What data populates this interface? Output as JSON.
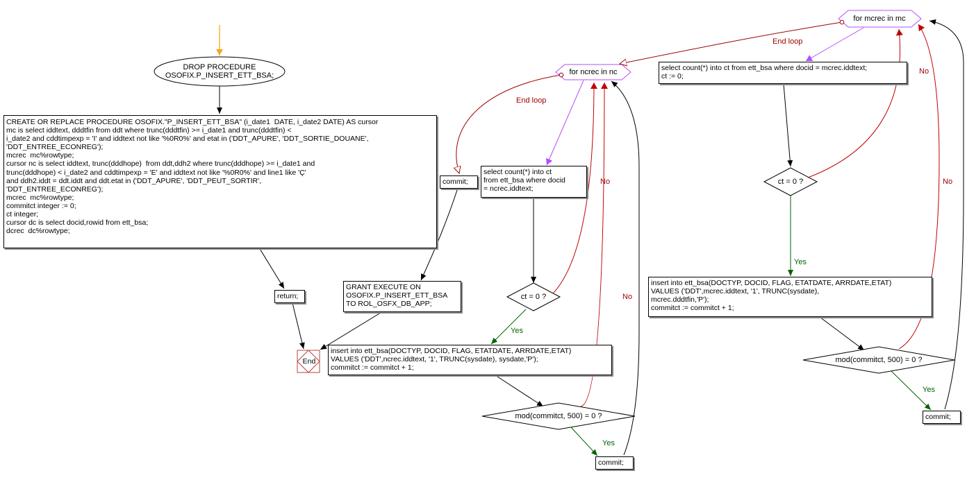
{
  "nodes": {
    "drop_procedure": "DROP PROCEDURE\nOSOFIX.P_INSERT_ETT_BSA;",
    "create_procedure": "CREATE OR REPLACE PROCEDURE OSOFIX.\"P_INSERT_ETT_BSA\" (i_date1  DATE, i_date2 DATE) AS cursor\nmc is select iddtext, dddtfin from ddt where trunc(dddtfin) >= i_date1 and trunc(dddtfin) <\ni_date2 and cddtimpexp = 'I' and iddtext not like '%0R0%' and etat in ('DDT_APURE', 'DDT_SORTIE_DOUANE',\n'DDT_ENTREE_ECONREG');\nmcrec  mc%rowtype;\ncursor nc is select iddtext, trunc(dddhope)  from ddt,ddh2 where trunc(dddhope) >= i_date1 and\ntrunc(dddhope) < i_date2 and cddtimpexp = 'E' and iddtext not like '%0R0%' and line1 like 'Ç'\nand ddh2.iddt = ddt.iddt and ddt.etat in ('DDT_APURE', 'DDT_PEUT_SORTIR',\n'DDT_ENTREE_ECONREG');\nmcrec  mc%rowtype;\ncommitct integer := 0;\nct integer;\ncursor dc is select docid,rowid from ett_bsa;\ndcrec  dc%rowtype;",
    "return": "return;",
    "grant": "GRANT EXECUTE ON\nOSOFIX.P_INSERT_ETT_BSA\nTO ROL_OSFX_DB_APP;",
    "end": "End",
    "commit_left": "commit;",
    "loop_nc": "for ncrec in nc",
    "select_nc": "select count(*) into ct\nfrom ett_bsa where docid\n= ncrec.iddtext;",
    "decision_ct_nc": "ct = 0 ?",
    "insert_nc": "insert into ett_bsa(DOCTYP, DOCID, FLAG, ETATDATE, ARRDATE,ETAT)\nVALUES ('DDT',ncrec.iddtext, '1', TRUNC(sysdate), sysdate,'P');\ncommitct := commitct + 1;",
    "decision_mod_nc": "mod(commitct, 500) = 0 ?",
    "commit_nc": "commit;",
    "loop_mc": "for mcrec in mc",
    "select_mc": "select count(*) into ct from ett_bsa where docid = mcrec.iddtext;\nct := 0;",
    "decision_ct_mc": "ct = 0 ?",
    "insert_mc": "insert into ett_bsa(DOCTYP, DOCID, FLAG, ETATDATE, ARRDATE,ETAT)\nVALUES ('DDT',mcrec.iddtext, '1', TRUNC(sysdate),\nmcrec.dddtfin,'P');\ncommitct := commitct + 1;",
    "decision_mod_mc": "mod(commitct, 500) = 0 ?",
    "commit_mc": "commit;"
  },
  "edge_labels": {
    "end_loop_mc": "End loop",
    "end_loop_nc": "End loop",
    "no_ct_nc": "No",
    "no_mod_nc": "No",
    "yes_ct_nc": "Yes",
    "yes_mod_nc": "Yes",
    "no_ct_mc": "No",
    "no_mod_mc": "No",
    "yes_ct_mc": "Yes",
    "yes_mod_mc": "Yes"
  },
  "colors": {
    "start_arrow": "#f5a623",
    "yes": "#006400",
    "no": "#a00000",
    "loop": "#b44dff",
    "end_node": "#c04040",
    "line": "#000000"
  }
}
